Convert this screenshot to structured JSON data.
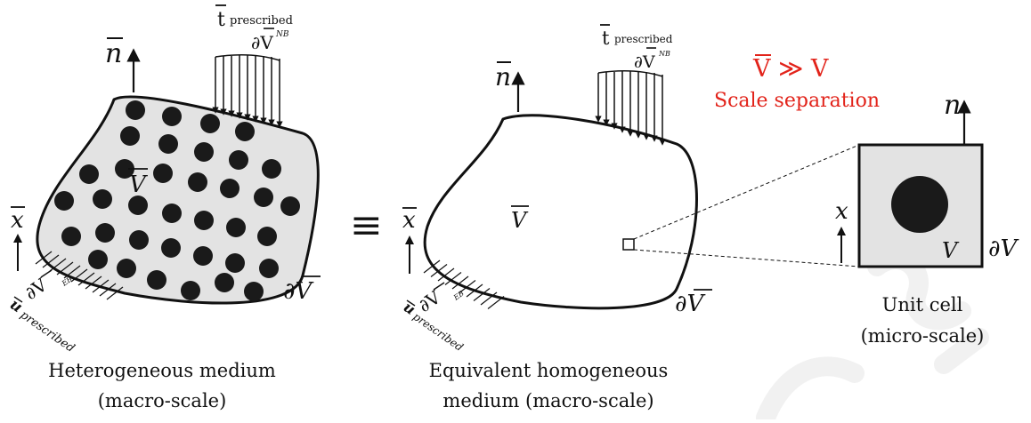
{
  "panel_left": {
    "caption_line1": "Heterogeneous medium",
    "caption_line2": "(macro-scale)",
    "label_n": "n",
    "label_x": "x",
    "label_V": "V",
    "label_boundary": "∂V",
    "traction_symbol": "t",
    "traction_sub": "prescribed",
    "traction_boundary": "∂V",
    "traction_boundary_sup": "NB",
    "displacement_symbol": "u",
    "displacement_sub": "prescribed",
    "displacement_boundary": "∂V",
    "displacement_boundary_sup": "EB"
  },
  "equivalence_symbol": "≡",
  "panel_middle": {
    "caption_line1": "Equivalent homogeneous",
    "caption_line2": "medium (macro-scale)",
    "label_n": "n",
    "label_x": "x",
    "label_V": "V",
    "label_boundary": "∂V",
    "traction_symbol": "t",
    "traction_sub": "prescribed",
    "traction_boundary": "∂V",
    "traction_boundary_sup": "NB",
    "displacement_symbol": "u",
    "displacement_sub": "prescribed",
    "displacement_boundary": "∂V",
    "displacement_boundary_sup": "EB"
  },
  "scale_separation": {
    "relation": "V ≫ V",
    "label": "Scale separation",
    "color": "#e2231a"
  },
  "panel_right": {
    "caption_line1": "Unit cell",
    "caption_line2": "(micro-scale)",
    "label_n": "n",
    "label_x": "x",
    "label_V": "V",
    "label_boundary": "∂V"
  },
  "colors": {
    "medium_fill": "#e3e3e3",
    "inclusion_fill": "#1a1a1a",
    "watermark": "#f1f1f1"
  }
}
